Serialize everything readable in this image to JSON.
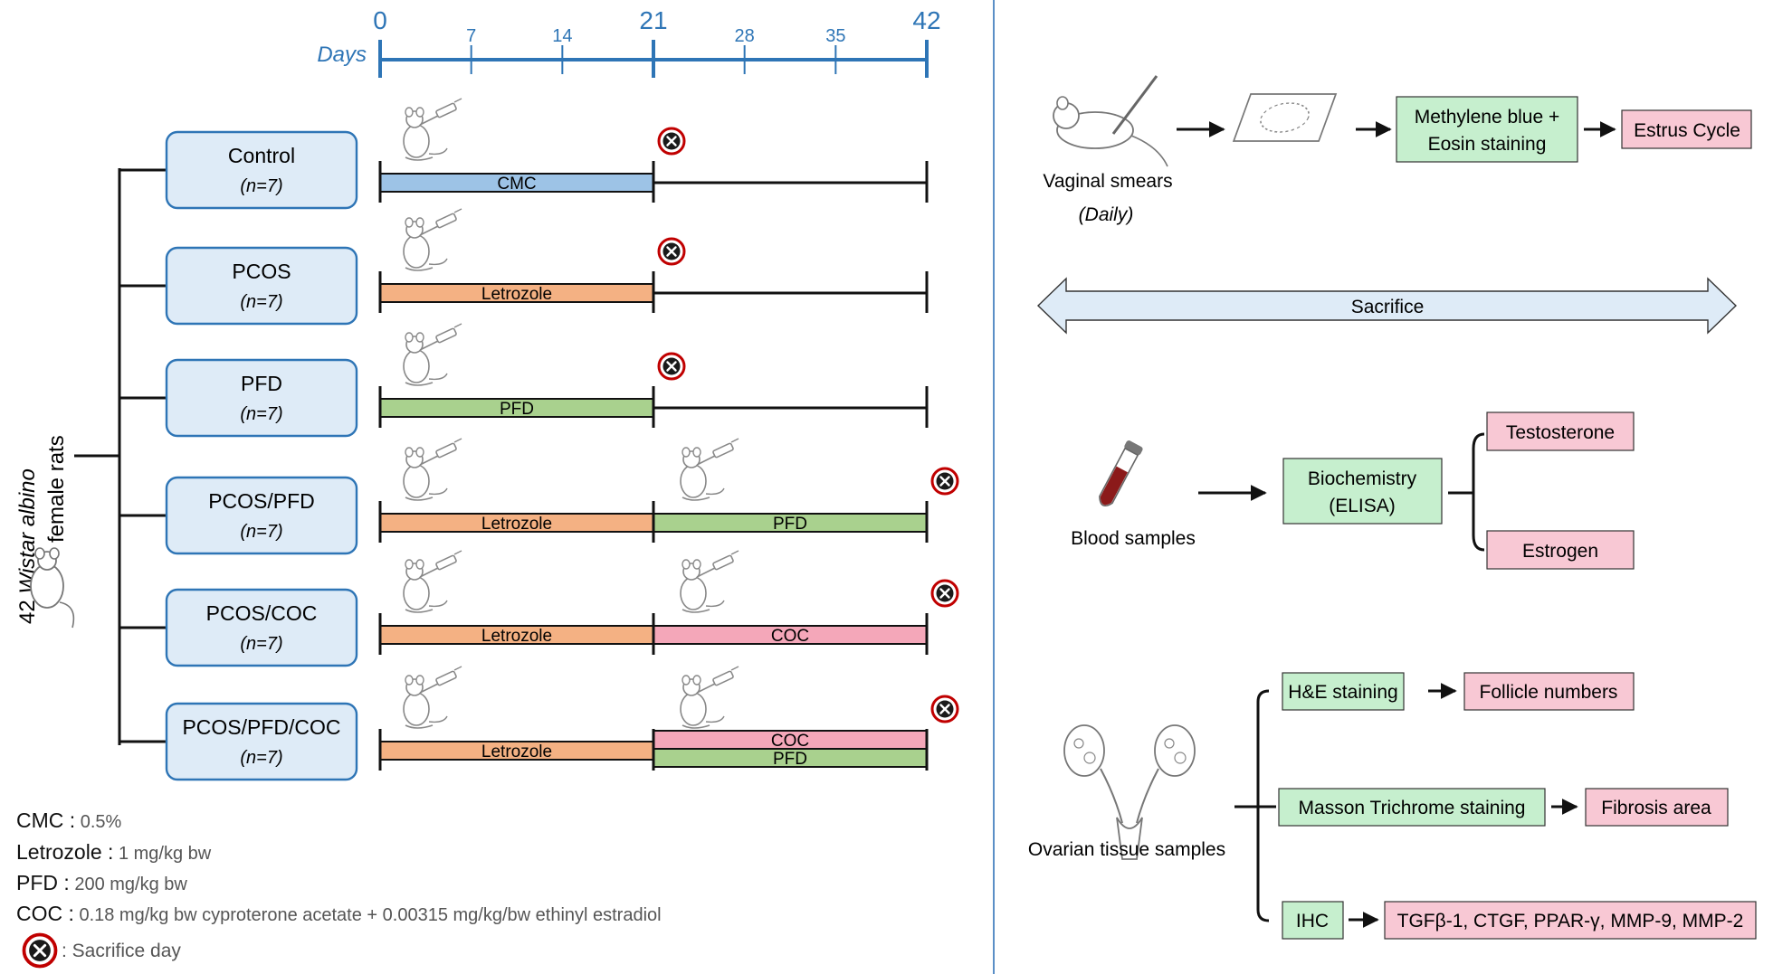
{
  "timeline": {
    "days_label": "Days",
    "ticks": [
      {
        "label": "0",
        "major": true
      },
      {
        "label": "7",
        "major": false
      },
      {
        "label": "14",
        "major": false
      },
      {
        "label": "21",
        "major": true
      },
      {
        "label": "28",
        "major": false
      },
      {
        "label": "35",
        "major": false
      },
      {
        "label": "42",
        "major": true
      }
    ]
  },
  "cohort": {
    "line1_prefix": "42 ",
    "line1_italic": "Wistar albino",
    "line2": "female rats"
  },
  "groups": [
    {
      "name": "Control",
      "n": "(n=7)",
      "bars": [
        {
          "label": "CMC",
          "color": "#9dc3e6",
          "phase": 1
        }
      ],
      "sacrifice_day": "21"
    },
    {
      "name": "PCOS",
      "n": "(n=7)",
      "bars": [
        {
          "label": "Letrozole",
          "color": "#f4b183",
          "phase": 1
        }
      ],
      "sacrifice_day": "21"
    },
    {
      "name": "PFD",
      "n": "(n=7)",
      "bars": [
        {
          "label": "PFD",
          "color": "#a9d18e",
          "phase": 1
        }
      ],
      "sacrifice_day": "21"
    },
    {
      "name": "PCOS/PFD",
      "n": "(n=7)",
      "bars": [
        {
          "label": "Letrozole",
          "color": "#f4b183",
          "phase": 1
        },
        {
          "label": "PFD",
          "color": "#a9d18e",
          "phase": 2
        }
      ],
      "sacrifice_day": "42"
    },
    {
      "name": "PCOS/COC",
      "n": "(n=7)",
      "bars": [
        {
          "label": "Letrozole",
          "color": "#f4b183",
          "phase": 1
        },
        {
          "label": "COC",
          "color": "#f4a7b9",
          "phase": 2
        }
      ],
      "sacrifice_day": "42"
    },
    {
      "name": "PCOS/PFD/COC",
      "n": "(n=7)",
      "bars": [
        {
          "label": "Letrozole",
          "color": "#f4b183",
          "phase": 1
        },
        {
          "label": "COC",
          "color": "#f4a7b9",
          "phase": 2,
          "stack": "top"
        },
        {
          "label": "PFD",
          "color": "#a9d18e",
          "phase": 2,
          "stack": "bottom"
        }
      ],
      "sacrifice_day": "42"
    }
  ],
  "legend": [
    {
      "key": "CMC :",
      "value": " 0.5%"
    },
    {
      "key": "Letrozole :",
      "value": " 1 mg/kg bw"
    },
    {
      "key": "PFD :",
      "value": " 200 mg/kg bw"
    },
    {
      "key": "COC :",
      "value": " 0.18 mg/kg bw cyproterone acetate + 0.00315 mg/kg/bw ethinyl estradiol"
    }
  ],
  "sacrifice_legend": ": Sacrifice day",
  "right": {
    "vaginal": {
      "label": "Vaginal smears",
      "sub": "(Daily)",
      "stain": [
        "Methylene blue +",
        "Eosin staining"
      ],
      "result": "Estrus Cycle"
    },
    "sacrifice": "Sacrifice",
    "blood": {
      "label": "Blood samples",
      "method": [
        "Biochemistry",
        "(ELISA)"
      ],
      "outputs": [
        "Testosterone",
        "Estrogen"
      ]
    },
    "ovarian": {
      "label": "Ovarian tissue samples",
      "branches": [
        {
          "method": "H&E staining",
          "result": "Follicle numbers"
        },
        {
          "method": "Masson Trichrome staining",
          "result": "Fibrosis area"
        },
        {
          "method": "IHC",
          "result": "TGFβ-1, CTGF, PPAR-γ, MMP-9, MMP-2"
        }
      ]
    }
  },
  "colors": {
    "axis_blue": "#2e75b6",
    "group_box_fill": "#deebf7",
    "group_box_stroke": "#2e75b6",
    "method_fill": "#c6efce",
    "result_fill": "#f8c8d4",
    "sacrifice_red": "#c00000",
    "divider": "#5b8fc7"
  },
  "icons": [
    "rat-with-syringe-icon",
    "rat-icon",
    "sacrifice-icon",
    "slide-icon",
    "blood-tube-icon",
    "ovary-icon",
    "double-arrow-icon"
  ]
}
